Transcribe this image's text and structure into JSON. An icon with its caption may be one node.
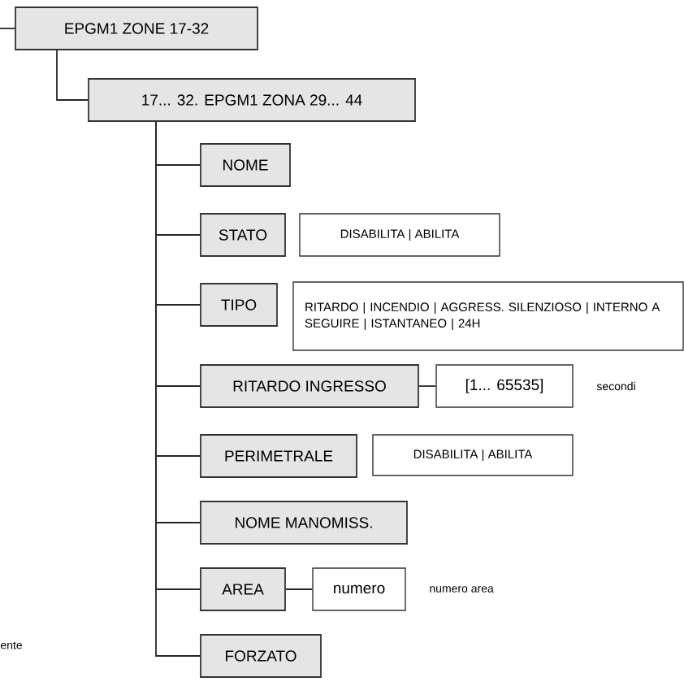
{
  "diagram": {
    "nodes": [
      {
        "text": [
          "EPGM1 ZONE 17-32"
        ]
      },
      {
        "text": [
          "17... 32. EPGM1 ZONA 29... 44"
        ]
      },
      {
        "text": [
          "NOME"
        ]
      },
      {
        "text": [
          "STATO"
        ]
      },
      {
        "text": [
          "DISABILITA | ABILITA"
        ]
      },
      {
        "text": [
          "TIPO"
        ]
      },
      {
        "text": [
          "RITARDO | INCENDIO | AGGRESS. SILENZIOSO | INTERNO A SEGUIRE | ISTANTANEO | 24H"
        ]
      },
      {
        "text": [
          "RITARDO INGRESSO"
        ]
      },
      {
        "text": [
          "[1... 65535]"
        ],
        "beside": [
          "secondi"
        ]
      },
      {
        "text": [
          "PERIMETRALE"
        ]
      },
      {
        "text": [
          "DISABILITA | ABILITA"
        ]
      },
      {
        "text": [
          "NOME MANOMISS."
        ]
      },
      {
        "text": [
          "AREA"
        ]
      },
      {
        "text": [
          "numero"
        ],
        "beside": [
          "numero area"
        ]
      },
      {
        "text": [
          "FORZATO"
        ]
      }
    ],
    "edges": [
      {
        "from": null,
        "to": 0,
        "arrow": "none"
      },
      {
        "from": 0,
        "to": 1,
        "arrow": "none"
      },
      {
        "from": 1,
        "to": 2,
        "arrow": "none"
      },
      {
        "from": 1,
        "to": 3,
        "arrow": "none"
      },
      {
        "from": 1,
        "to": 5,
        "arrow": "none"
      },
      {
        "from": 1,
        "to": 7,
        "arrow": "none"
      },
      {
        "from": 1,
        "to": 9,
        "arrow": "none"
      },
      {
        "from": 1,
        "to": 11,
        "arrow": "none"
      },
      {
        "from": 1,
        "to": 12,
        "arrow": "none"
      },
      {
        "from": 1,
        "to": 14,
        "arrow": "none"
      },
      {
        "from": 7,
        "to": 8,
        "arrow": "none"
      },
      {
        "from": 12,
        "to": 13,
        "arrow": "none"
      }
    ],
    "labels": [
      "ente"
    ]
  }
}
